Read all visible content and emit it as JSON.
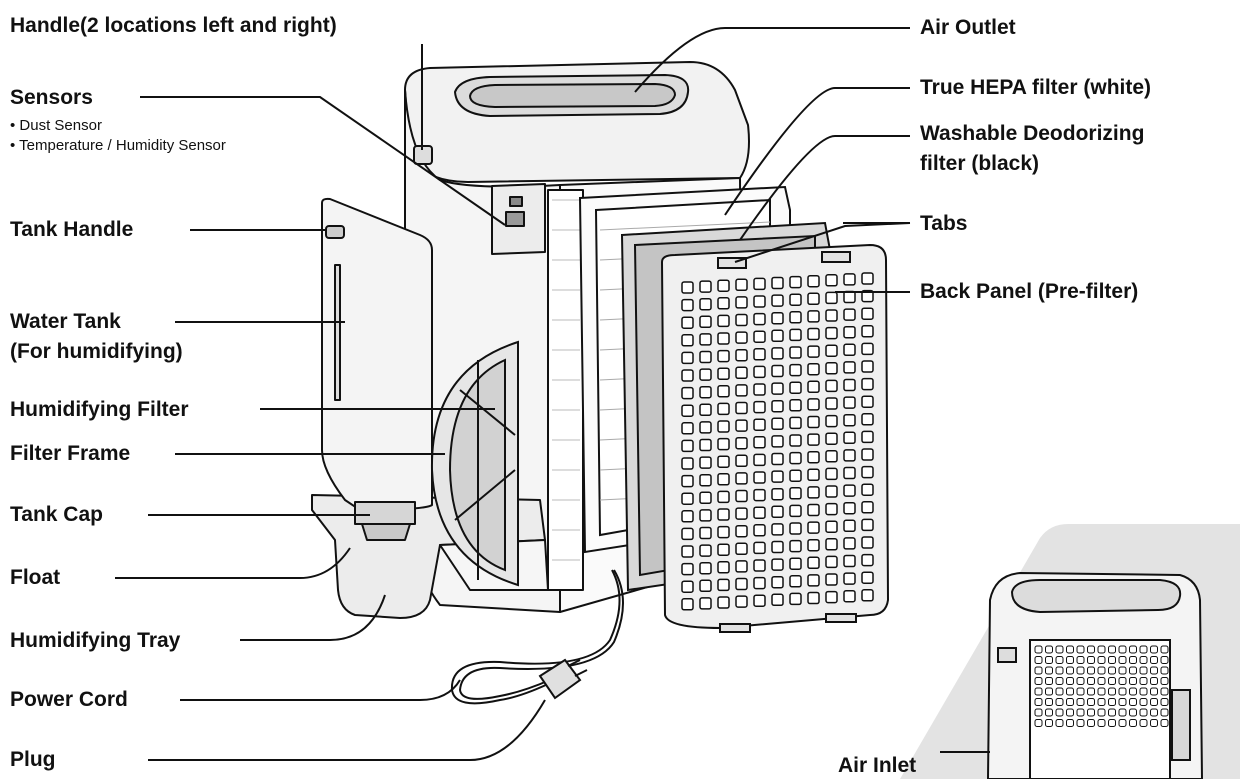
{
  "labels": {
    "handle": "Handle(2 locations left and right)",
    "sensors": "Sensors",
    "sensors_sub_1": "• Dust Sensor",
    "sensors_sub_2": "• Temperature / Humidity Sensor",
    "tank_handle": "Tank Handle",
    "water_tank_1": "Water Tank",
    "water_tank_2": "(For humidifying)",
    "humidifying_filter": "Humidifying Filter",
    "filter_frame": "Filter Frame",
    "tank_cap": "Tank Cap",
    "float": "Float",
    "humidifying_tray": "Humidifying Tray",
    "power_cord": "Power Cord",
    "plug": "Plug",
    "air_outlet": "Air Outlet",
    "hepa_filter": "True HEPA filter (white)",
    "deodorizing_1": "Washable Deodorizing",
    "deodorizing_2": "filter (black)",
    "tabs": "Tabs",
    "back_panel": "Back Panel (Pre-filter)",
    "air_inlet": "Air Inlet"
  },
  "colors": {
    "line": "#111111",
    "inset_bg": "#e3e3e3",
    "body_fill": "#f2f2f2",
    "filter_dark": "#cfcfcf"
  }
}
